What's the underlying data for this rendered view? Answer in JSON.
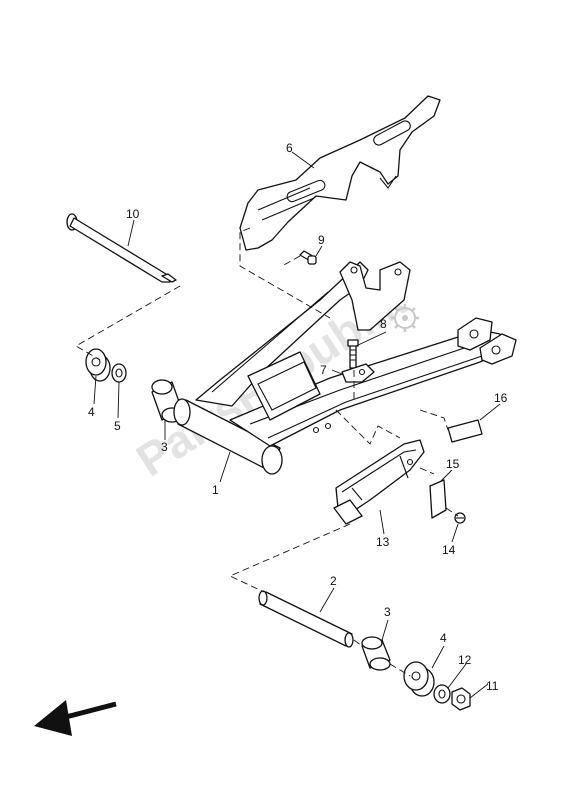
{
  "watermark": {
    "text": "PartsRepublik"
  },
  "callouts": [
    {
      "id": "1",
      "text": "1"
    },
    {
      "id": "2",
      "text": "2"
    },
    {
      "id": "3a",
      "text": "3"
    },
    {
      "id": "3b",
      "text": "3"
    },
    {
      "id": "4a",
      "text": "4"
    },
    {
      "id": "4b",
      "text": "4"
    },
    {
      "id": "5",
      "text": "5"
    },
    {
      "id": "6",
      "text": "6"
    },
    {
      "id": "7",
      "text": "7"
    },
    {
      "id": "8",
      "text": "8"
    },
    {
      "id": "9",
      "text": "9"
    },
    {
      "id": "10",
      "text": "10"
    },
    {
      "id": "11",
      "text": "11"
    },
    {
      "id": "12",
      "text": "12"
    },
    {
      "id": "13",
      "text": "13"
    },
    {
      "id": "14",
      "text": "14"
    },
    {
      "id": "15",
      "text": "15"
    },
    {
      "id": "16",
      "text": "16"
    }
  ],
  "icons": {
    "direction": "front-arrow-icon",
    "watermark_logo": "gear-icon"
  },
  "colors": {
    "ink": "#111111",
    "paper": "#ffffff",
    "watermark": "#d9d9d9"
  }
}
